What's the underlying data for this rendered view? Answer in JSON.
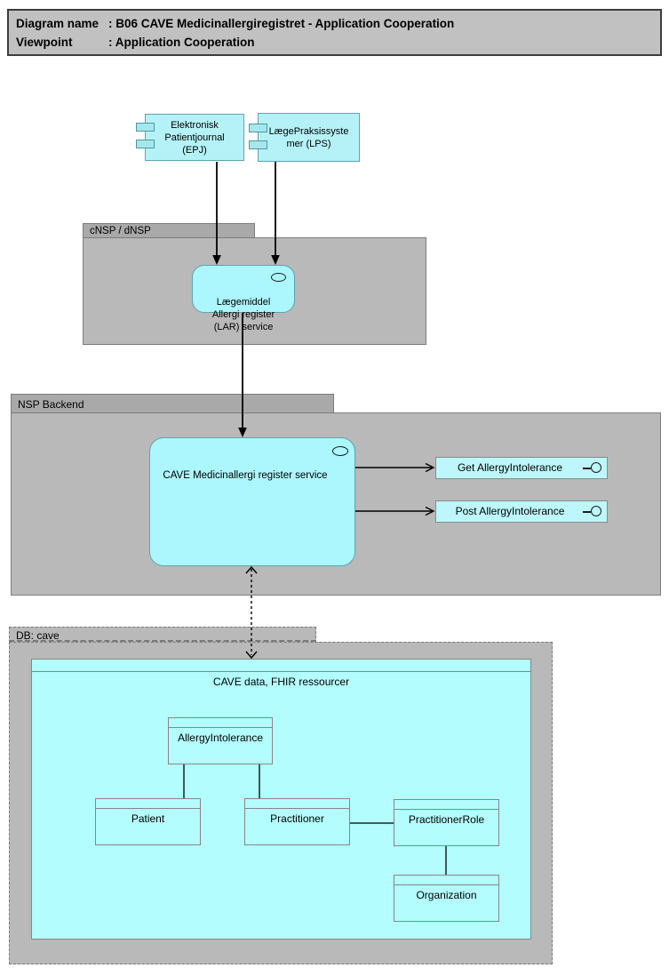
{
  "title_block": {
    "rows": [
      {
        "label": "Diagram name",
        "value": ": B06 CAVE Medicinallergiregistret - Application Cooperation"
      },
      {
        "label": "Viewpoint",
        "value": ": Application Cooperation"
      }
    ]
  },
  "groups": {
    "cnsp": {
      "label": "cNSP / dNSP"
    },
    "nsp_backend": {
      "label": "NSP Backend"
    },
    "db_cave": {
      "label": "DB: cave"
    }
  },
  "components": {
    "epj": {
      "name": "Elektronisk Patientjournal (EPJ)",
      "lines": [
        "Elektronisk",
        "Patientjournal",
        "(EPJ)"
      ]
    },
    "lps": {
      "name": "LægePraksissystemer (LPS)",
      "lines": [
        "LægePraksissyste",
        "mer (LPS)"
      ]
    }
  },
  "services": {
    "lar": {
      "name": "Lægemiddel Allergi register (LAR) service",
      "lines": [
        "Lægemiddel",
        "Allergi register",
        "(LAR) service"
      ]
    },
    "cave": {
      "label": "CAVE Medicinallergi register service"
    }
  },
  "interfaces": {
    "get": {
      "label": "Get AllergyIntolerance"
    },
    "post": {
      "label": "Post AllergyIntolerance"
    }
  },
  "data_objects": {
    "fhir_container": {
      "label": "CAVE data, FHIR ressourcer"
    },
    "allergy_intolerance": {
      "label": "AllergyIntolerance"
    },
    "patient": {
      "label": "Patient"
    },
    "practitioner": {
      "label": "Practitioner"
    },
    "practitioner_role": {
      "label": "PractitionerRole"
    },
    "organization": {
      "label": "Organization"
    }
  },
  "colors": {
    "app_fill": "#b5f2f8",
    "service_fill": "#abf7fd",
    "interface_fill": "#bdf7fb",
    "data_fill": "#b3fdfe",
    "app_border": "#5fa3b1",
    "neutral_border": "#8a8a8a",
    "group_fill": "#b9b9b9",
    "group_tab_fill": "#a9a9a9",
    "title_fill": "#c1c1c1",
    "line_color": "#000000"
  }
}
